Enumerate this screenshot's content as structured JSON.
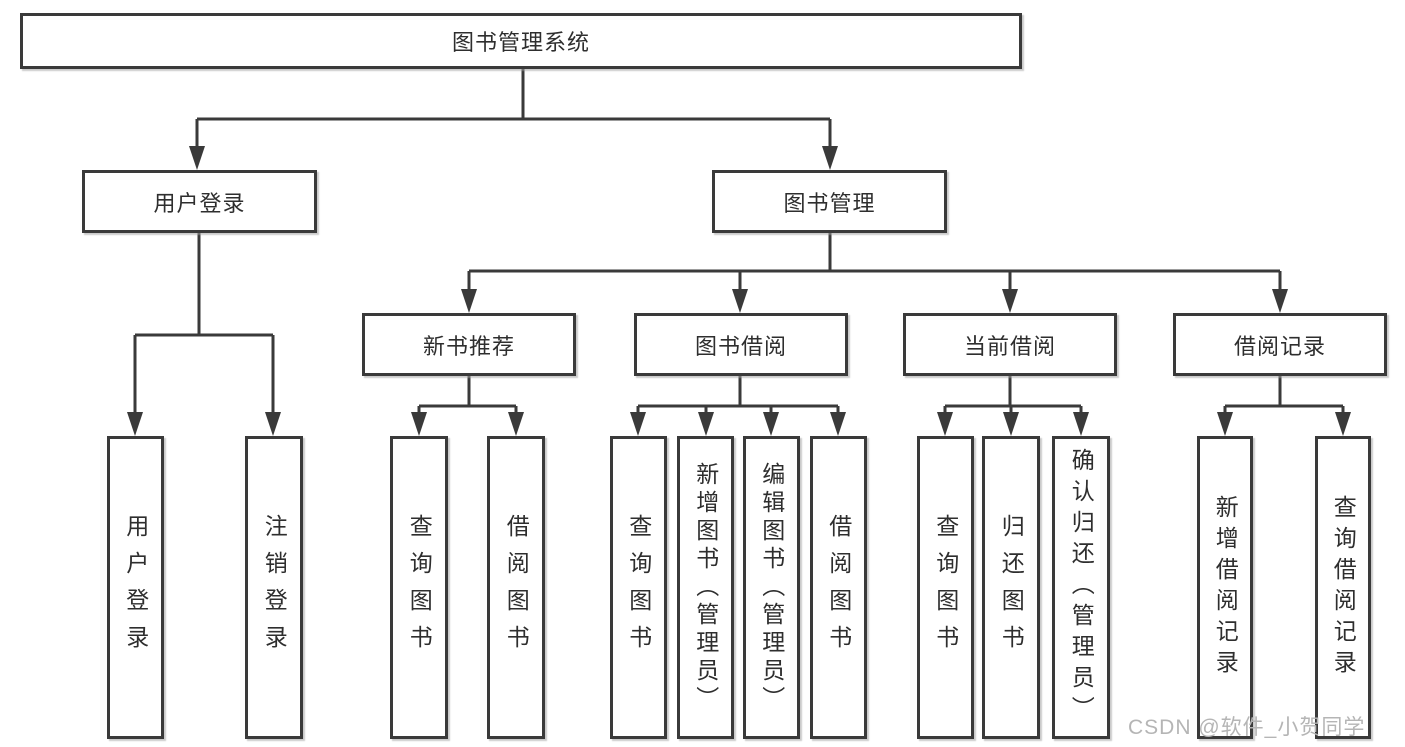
{
  "diagram": {
    "title": "图书管理系统",
    "branches": [
      {
        "label": "用户登录",
        "children": [
          {
            "label": "用户登录"
          },
          {
            "label": "注销登录"
          }
        ]
      },
      {
        "label": "图书管理",
        "children": [
          {
            "label": "新书推荐",
            "children": [
              {
                "label": "查询图书"
              },
              {
                "label": "借阅图书"
              }
            ]
          },
          {
            "label": "图书借阅",
            "children": [
              {
                "label": "查询图书"
              },
              {
                "label": "新增图书（管理员）"
              },
              {
                "label": "编辑图书（管理员）"
              },
              {
                "label": "借阅图书"
              }
            ]
          },
          {
            "label": "当前借阅",
            "children": [
              {
                "label": "查询图书"
              },
              {
                "label": "归还图书"
              },
              {
                "label": "确认归还（管理员）"
              }
            ]
          },
          {
            "label": "借阅记录",
            "children": [
              {
                "label": "新增借阅记录"
              },
              {
                "label": "查询借阅记录"
              }
            ]
          }
        ]
      }
    ]
  },
  "watermark": {
    "text": "CSDN @软件_小贺同学",
    "color": "#b5b5b5"
  },
  "colors": {
    "line": "#3a3a3a",
    "text": "#2e2e2e",
    "box_background": "#ffffff",
    "page_background": "#ffffff"
  }
}
